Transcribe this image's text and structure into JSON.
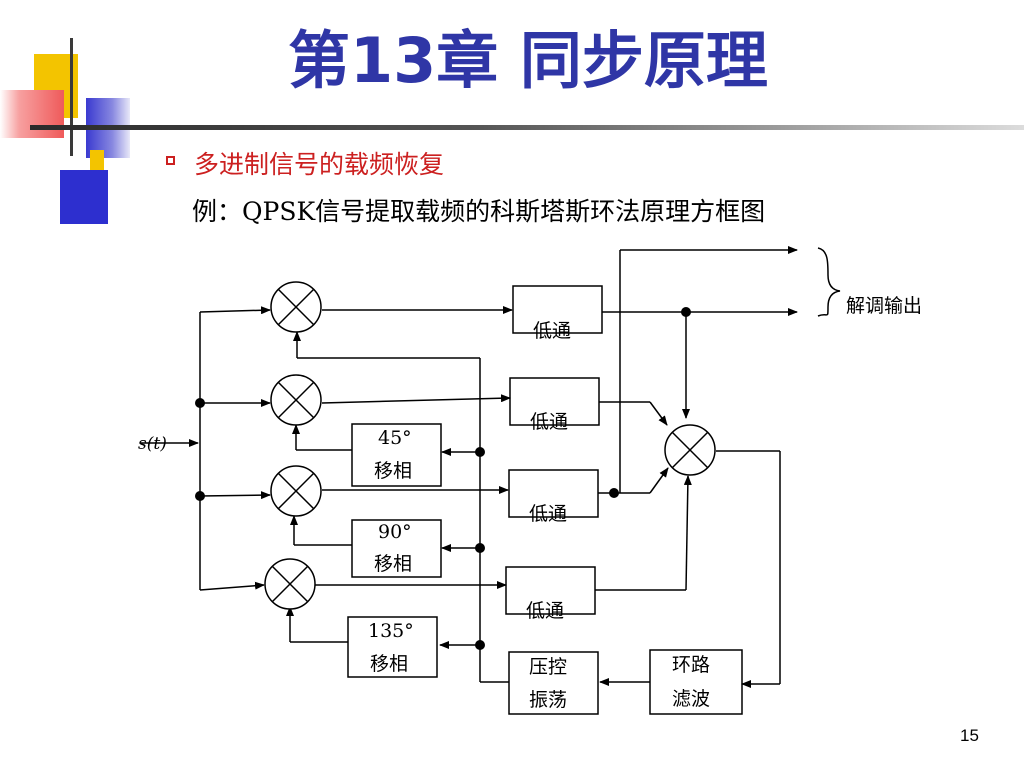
{
  "slide": {
    "title": "第13章 同步原理",
    "bullet": "多进制信号的载频恢复",
    "example": "例：QPSK信号提取载频的科斯塔斯环法原理方框图",
    "page_number": "15"
  },
  "colors": {
    "title": "#2f36a6",
    "bullet": "#cc2020",
    "deco_yellow": "#f3c400",
    "deco_blue": "#2d2fcf",
    "deco_red": "#f26a6a"
  },
  "diagram": {
    "input_label": "s(t)",
    "output_label": "解调输出",
    "lowpass_label": "低通",
    "shifter_45": [
      "45°",
      "移相"
    ],
    "shifter_90": [
      "90°",
      "移相"
    ],
    "shifter_135": [
      "135°",
      "移相"
    ],
    "vco": [
      "压控",
      "振荡"
    ],
    "loop_filter": [
      "环路",
      "滤波"
    ]
  }
}
